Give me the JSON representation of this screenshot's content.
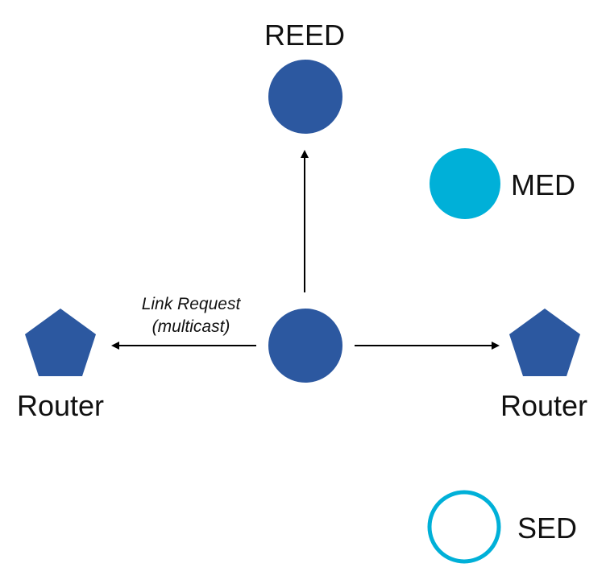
{
  "colors": {
    "primary": "#2c58a0",
    "accent": "#00b0d8",
    "stroke": "#000000"
  },
  "nodes": {
    "reed": {
      "label": "REED",
      "shape": "circle-filled"
    },
    "med": {
      "label": "MED",
      "shape": "circle-filled-light"
    },
    "center": {
      "shape": "circle-filled"
    },
    "router_left": {
      "label": "Router",
      "shape": "pentagon"
    },
    "router_right": {
      "label": "Router",
      "shape": "pentagon"
    },
    "sed": {
      "label": "SED",
      "shape": "circle-outline"
    }
  },
  "message": {
    "line1": "Link Request",
    "line2": "(multicast)"
  }
}
